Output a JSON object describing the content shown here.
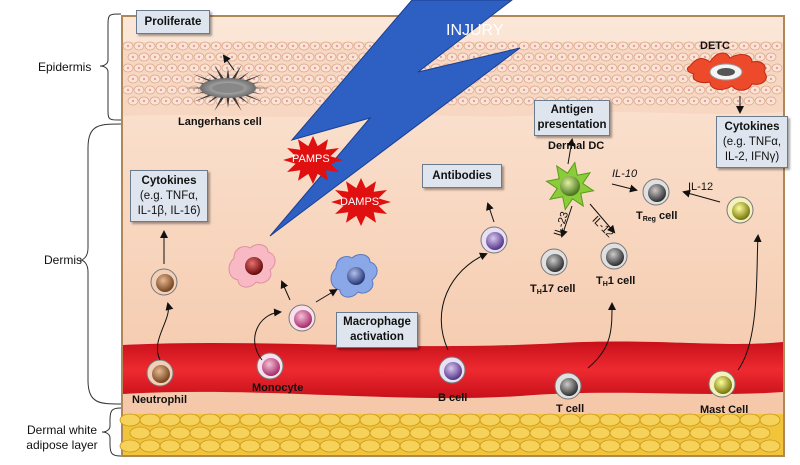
{
  "layers": {
    "epidermis": "Epidermis",
    "dermis": "Dermis",
    "adipose_line1": "Dermal white",
    "adipose_line2": "adipose layer"
  },
  "injury": "INJURY",
  "boxes": {
    "proliferate": "Proliferate",
    "cytokines_left_l1": "Cytokines",
    "cytokines_left_l2": "(e.g. TNFα,",
    "cytokines_left_l3": "IL-1β, IL-16)",
    "antibodies": "Antibodies",
    "antigen_l1": "Antigen",
    "antigen_l2": "presentation",
    "macrophage_l1": "Macrophage",
    "macrophage_l2": "activation",
    "cytokines_right_l1": "Cytokines",
    "cytokines_right_l2": "(e.g. TNFα,",
    "cytokines_right_l3": "IL-2, IFNγ)"
  },
  "signals": {
    "pamps": "PAMPS",
    "damps": "DAMPS"
  },
  "cells": {
    "langerhans": "Langerhans cell",
    "detc": "DETC",
    "dermal_dc": "Dermal DC",
    "neutrophil": "Neutrophil",
    "monocyte": "Monocyte",
    "b_cell": "B cell",
    "t_cell": "T cell",
    "mast_cell": "Mast Cell",
    "th17_main": "T",
    "th17_sub": "H",
    "th17_rest": "17 cell",
    "th1_main": "T",
    "th1_sub": "H",
    "th1_rest": "1 cell",
    "treg_main": "T",
    "treg_sub": "Reg",
    "treg_rest": " cell"
  },
  "cytokine_arrows": {
    "il10": "IL-10",
    "il12_a": "IL-12",
    "il12_b": "IL-12",
    "il23": "IL-23"
  },
  "colors": {
    "epidermis": "#f6d8c4",
    "dermis": "#f8dcc6",
    "vessel": "#e8202a",
    "adipose": "#f2c43a",
    "injury_bolt": "#2e5fc2",
    "burst": "#e01010",
    "box_fill": "#dfe5ee"
  }
}
